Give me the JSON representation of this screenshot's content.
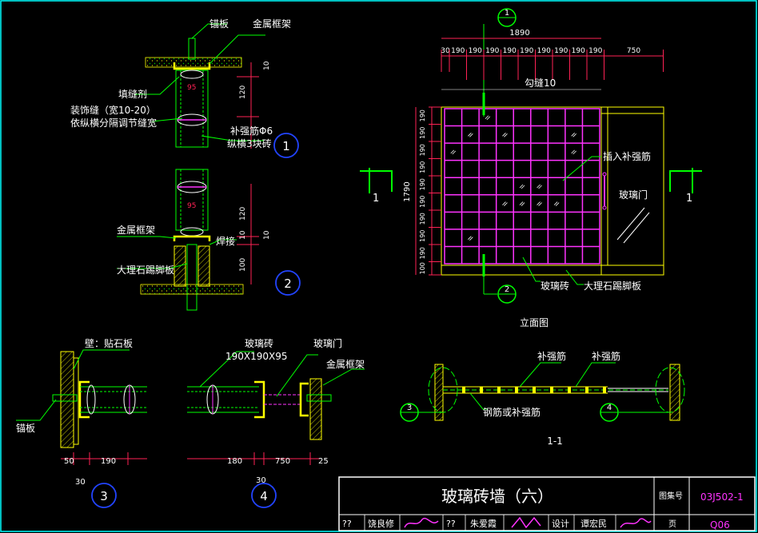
{
  "colors": {
    "background": "#000000",
    "frame": "#00ffff",
    "glass_grid": "#ff33ff",
    "metal_frame": "#ffff00",
    "marble": "#ffff00",
    "label_text": "#ffffff",
    "dimension": "#ff2255",
    "dim_text": "#ffffff",
    "leader": "#00ff00",
    "section_mark": "#00ff00",
    "detail_circle": "#2244ff",
    "mortar": "#00cc00",
    "hatch": "#ffff00"
  },
  "detail1": {
    "anchor_plate": "锚板",
    "metal_frame": "金属框架",
    "filler": "填缝剂",
    "decor_joint": "装饰缝（宽10-20）",
    "decor_joint_note": "依纵横分隔调节缝宽",
    "rebar": "补强筋Φ6",
    "rebar_note": "纵横3块砖",
    "dim_95": "95",
    "dim_10": "10",
    "dim_120": "120",
    "number": "1"
  },
  "detail2": {
    "metal_frame": "金属框架",
    "weld": "焊接",
    "marble_skirting": "大理石踢脚板",
    "dim_95": "95",
    "dim_120": "120",
    "dim_10a": "10",
    "dim_10b": "10",
    "dim_100": "100",
    "number": "2"
  },
  "detail3": {
    "wall_label": "壁：贴石板",
    "anchor_plate": "锚板",
    "dims": [
      "50",
      "190"
    ],
    "dim_30": "30",
    "number": "3"
  },
  "detail4": {
    "glass_brick": "玻璃砖",
    "brick_size": "190X190X95",
    "glass_door": "玻璃门",
    "metal_frame": "金属框架",
    "dims": [
      "180",
      "750",
      "25"
    ],
    "dim_30": "30",
    "number": "4"
  },
  "elevation": {
    "top_total": "1890",
    "top_dims": [
      "30",
      "190",
      "190",
      "190",
      "190",
      "190",
      "190",
      "190",
      "190",
      "190",
      "750"
    ],
    "left_total": "1790",
    "left_dims": [
      "190",
      "190",
      "190",
      "190",
      "190",
      "190",
      "190",
      "190",
      "190",
      "100"
    ],
    "joint": "勾缝10",
    "insert_rebar": "插入补强筋",
    "glass_door": "玻璃门",
    "glass_brick": "玻璃砖",
    "marble_skirting": "大理石踢脚板",
    "section_left": "1",
    "section_right": "1",
    "detail_top": "1",
    "detail_bottom": "2",
    "caption": "立面图",
    "rows": 9,
    "cols": 9
  },
  "section11": {
    "rebar_a": "补强筋",
    "rebar_b": "补强筋",
    "steel_or_rebar": "钢筋或补强筋",
    "detail_left": "3",
    "detail_right": "4",
    "caption": "1-1"
  },
  "titleblock": {
    "title": "玻璃砖墙（六）",
    "atlas_label": "图集号",
    "atlas_no": "03J502-1",
    "page_label": "页",
    "page_no": "Q06",
    "row": [
      "??",
      "饶良修",
      "??",
      "朱爱霞",
      "设计",
      "谭宏民"
    ]
  }
}
